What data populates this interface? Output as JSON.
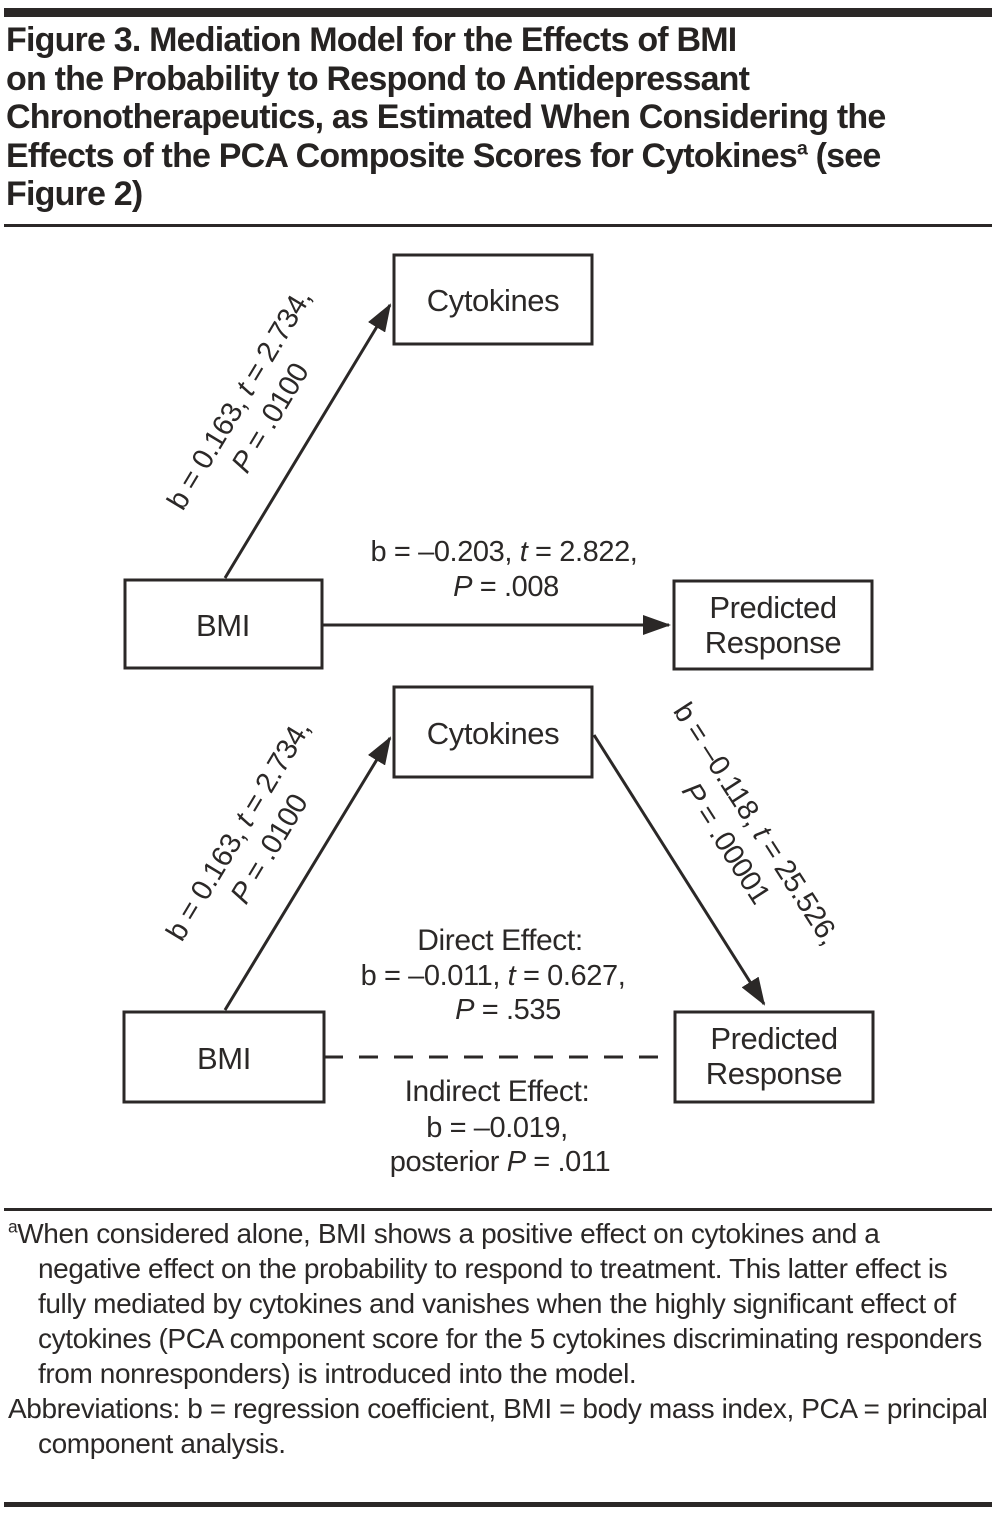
{
  "header": {
    "title_line1": "Figure 3. Mediation Model for the Effects of BMI",
    "title_line2": "on the Probability to Respond to Antidepressant",
    "title_line3": "Chronotherapeutics, as Estimated When Considering the",
    "title_line4_pre": "Effects of the PCA Composite Scores for Cytokines",
    "title_line4_sup": "a",
    "title_line4_post": " (see",
    "title_line5": "Figure 2)"
  },
  "diagram_top": {
    "node_bmi": "BMI",
    "node_cytokines": "Cytokines",
    "node_response_line1": "Predicted",
    "node_response_line2": "Response",
    "edge_bmi_cytokines": {
      "b_part": "b = 0.163, ",
      "t_label": "t",
      "t_part": " = 2.734,",
      "p_label": "P",
      "p_part": " = .0100"
    },
    "edge_bmi_response": {
      "b_part": "b = –0.203, ",
      "t_label": "t",
      "t_part": " = 2.822,",
      "p_label": "P",
      "p_part": " = .008"
    }
  },
  "diagram_bottom": {
    "node_bmi": "BMI",
    "node_cytokines": "Cytokines",
    "node_response_line1": "Predicted",
    "node_response_line2": "Response",
    "edge_bmi_cytokines": {
      "b_part": "b = 0.163, ",
      "t_label": "t",
      "t_part": " = 2.734,",
      "p_label": "P",
      "p_part": " = .0100"
    },
    "edge_cytokines_response": {
      "b_part": "b = –0.118, ",
      "t_label": "t",
      "t_part": " = 25.526,",
      "p_label": "P",
      "p_part": " = .00001"
    },
    "direct_effect": {
      "heading": "Direct Effect:",
      "b_part": "b = –0.011, ",
      "t_label": "t",
      "t_part": " = 0.627,",
      "p_label": "P",
      "p_part": " = .535"
    },
    "indirect_effect": {
      "heading": "Indirect Effect:",
      "b_line": "b = –0.019,",
      "posterior_part": "posterior ",
      "p_label": "P",
      "p_part": " = .011"
    }
  },
  "footnote": {
    "marker": "a",
    "text": "When considered alone, BMI shows a positive effect on cytokines and a negative effect on the probability to respond to treatment. This latter effect is fully mediated by cytokines and vanishes when the highly significant effect of cytokines (PCA component score for the 5 cytokines discriminating responders from nonresponders) is introduced into the model.",
    "abbreviations": "Abbreviations: b = regression coefficient, BMI = body mass index, PCA = principal component analysis."
  },
  "colors": {
    "ink": "#2b2827",
    "background": "#ffffff"
  }
}
